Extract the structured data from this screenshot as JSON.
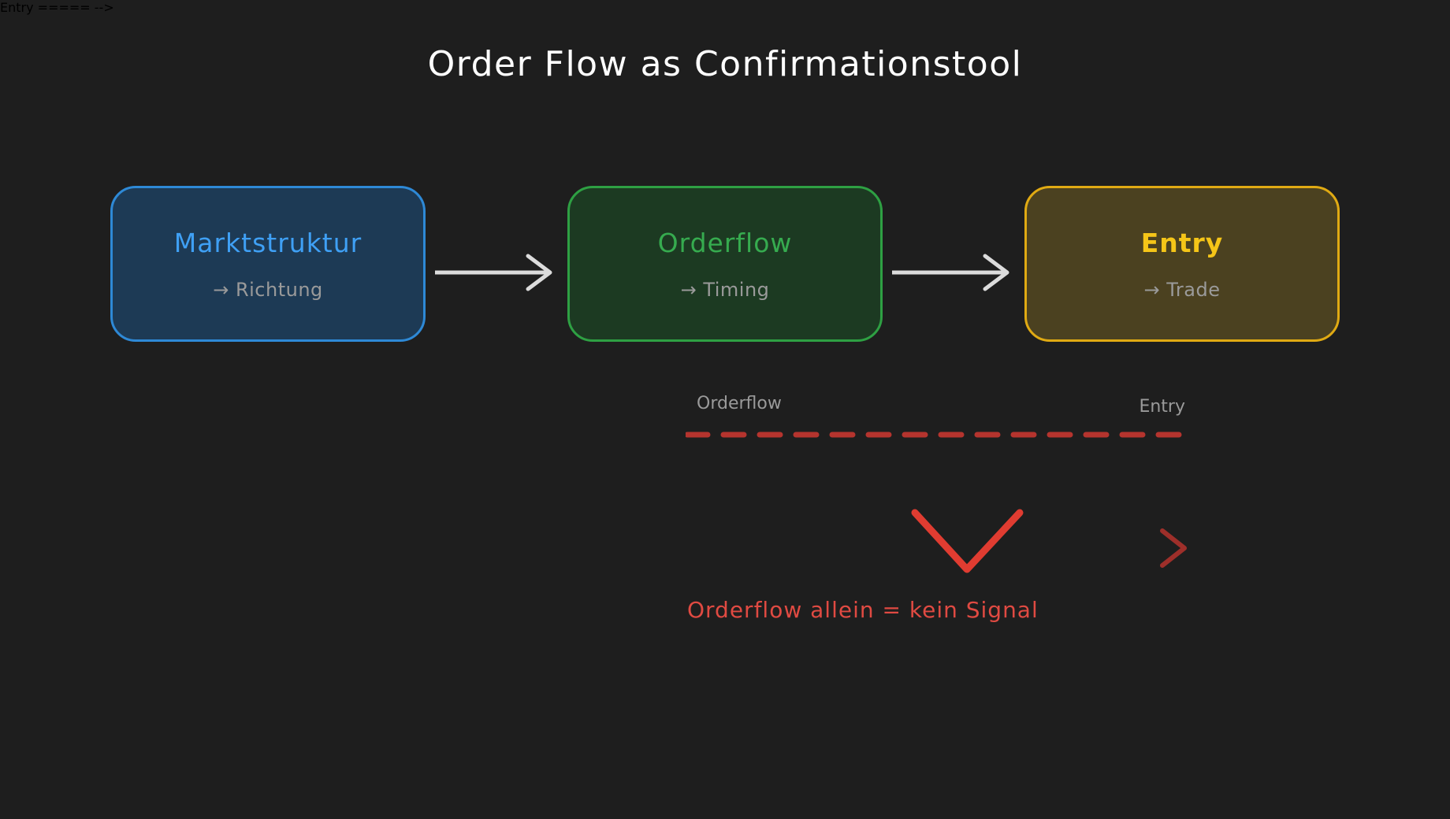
{
  "diagram": {
    "title": "Order Flow as Confirmationstool",
    "background_color": "#1e1e1e",
    "flow": [
      {
        "id": "marktstruktur",
        "title": "Marktstruktur",
        "subtitle": "→ Richtung",
        "title_color": "#3fa0f5",
        "border_color": "#2e89d6",
        "fill_color": "#1d3a55"
      },
      {
        "id": "orderflow",
        "title": "Orderflow",
        "subtitle": "→ Timing",
        "title_color": "#36ab4f",
        "border_color": "#2ea043",
        "fill_color": "#1c3a22"
      },
      {
        "id": "entry",
        "title": "Entry",
        "subtitle": "→ Trade",
        "title_color": "#f5c518",
        "border_color": "#e0aa13",
        "fill_color": "#4b4120"
      }
    ],
    "arrows": {
      "color": "#dcdcdc",
      "count": 2
    },
    "dashed_connector": {
      "from_label": "Orderflow",
      "to_label": "Entry",
      "line_color": "#b5342e",
      "label_color": "#9a9a9a",
      "style": "dashed"
    },
    "chevron_down": {
      "color": "#e03c31"
    },
    "chevron_right": {
      "color": "#9e2f2a"
    },
    "warning": {
      "text": "Orderflow allein = kein Signal",
      "color": "#e04a42"
    }
  }
}
